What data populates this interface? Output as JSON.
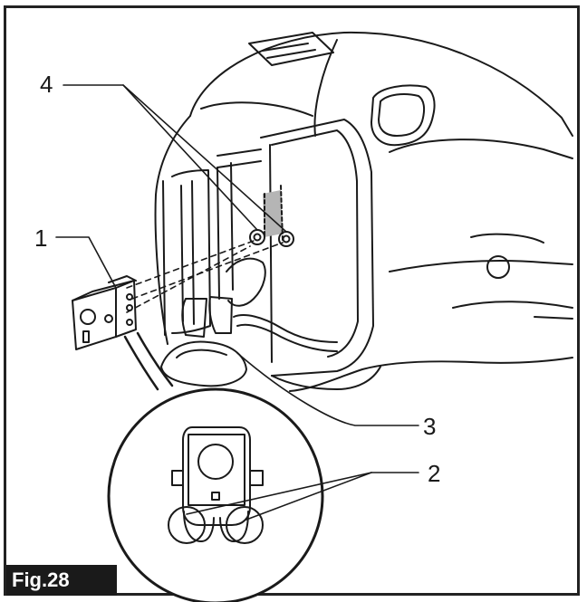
{
  "figure": {
    "label": "Fig.28"
  },
  "callouts": [
    {
      "id": "callout-1",
      "text": "1"
    },
    {
      "id": "callout-2",
      "text": "2"
    },
    {
      "id": "callout-3",
      "text": "3"
    },
    {
      "id": "callout-4",
      "text": "4"
    }
  ],
  "colors": {
    "line": "#1a1a1a",
    "highlight": "#b5b5b5",
    "label_bg": "#1a1a1a",
    "label_text": "#ffffff"
  }
}
